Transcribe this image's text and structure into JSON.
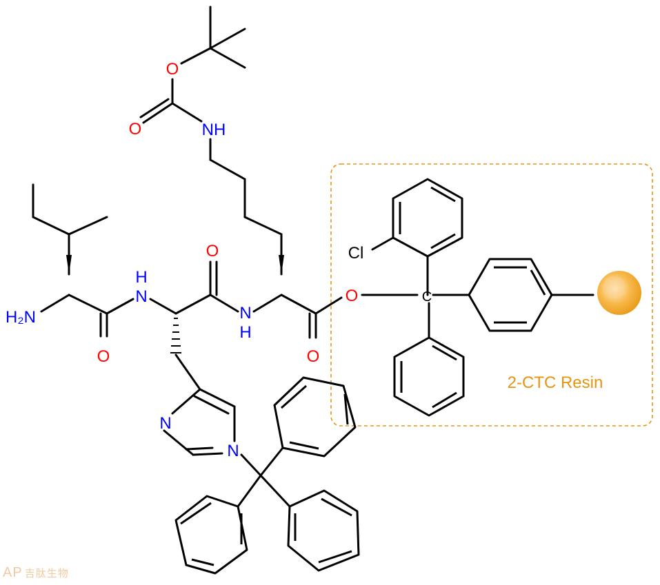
{
  "colors": {
    "bond": "#000000",
    "oxygen": "#ff0000",
    "nitrogen": "#0000ff",
    "resin": "#e69510",
    "watermark": "#f2c9a0"
  },
  "atoms": {
    "n_amine": "H₂N",
    "n_amide_1": "H",
    "n_amide_1b": "N",
    "n_amide_2": "N",
    "n_amide_2b": "H",
    "n_boc": "NH",
    "n_imid_1": "N",
    "n_imid_2": "N",
    "o_boc_ester": "O",
    "o_boc_carbonyl": "O",
    "o_ile": "O",
    "o_his": "O",
    "o_lys": "O",
    "o_link": "O",
    "cl": "Cl",
    "c_trityl": "C"
  },
  "resin": {
    "label": "2-CTC Resin"
  },
  "watermark": {
    "logo": "AP",
    "chinese": "吉肽生物"
  }
}
